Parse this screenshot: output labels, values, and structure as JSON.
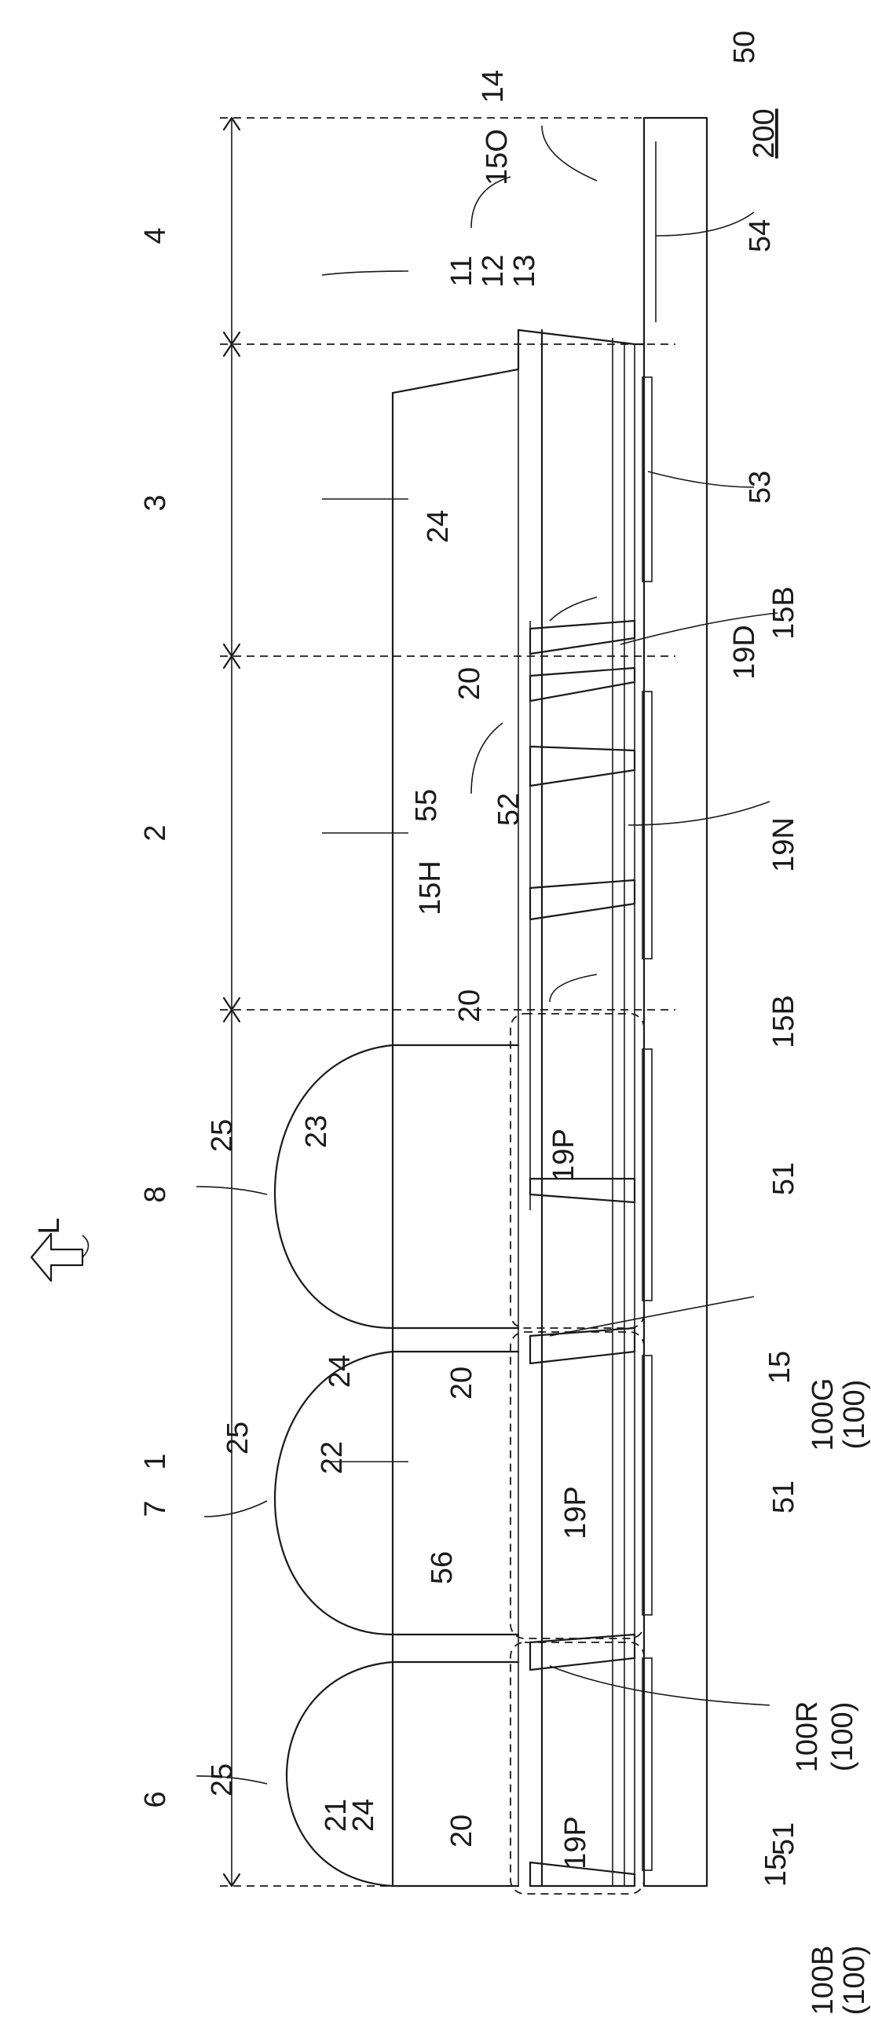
{
  "figure": {
    "ref": "200",
    "light_label": "L",
    "numerals": {
      "n1": "1",
      "n2": "2",
      "n3": "3",
      "n4": "4",
      "n6": "6",
      "n7": "7",
      "n8": "8",
      "n11": "11",
      "n12": "12",
      "n13": "13",
      "n14": "14",
      "n15": "15",
      "n15b": "15B",
      "n15h": "15H",
      "n15o": "15O",
      "n19d": "19D",
      "n19n": "19N",
      "n19p": "19P",
      "n20": "20",
      "n21": "21",
      "n22": "22",
      "n23": "23",
      "n24": "24",
      "n25": "25",
      "n50": "50",
      "n51": "51",
      "n52": "52",
      "n53": "53",
      "n54": "54",
      "n55": "55",
      "n56": "56",
      "n100": "(100)",
      "n100b": "100B",
      "n100r": "100R",
      "n100g": "100G"
    }
  },
  "colors": {
    "line": "#1a1a1a",
    "background": "#ffffff"
  }
}
